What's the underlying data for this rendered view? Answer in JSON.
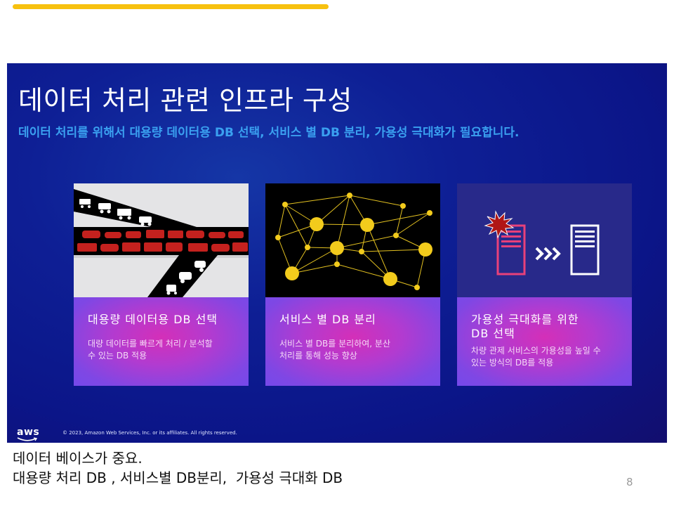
{
  "progress": {
    "color": "#f7c10f"
  },
  "slide": {
    "title": "데이터 처리 관련 인프라 구성",
    "subtitle": "데이터 처리를 위해서 대용량 데이터용 DB 선택, 서비스 별 DB 분리, 가용성 극대화가 필요합니다.",
    "cards": [
      {
        "image": "traffic-jam-illustration",
        "title": "대용량 데이터용 DB 선택",
        "description": [
          "대량 데이터를 빠르게 처리 / 분석할",
          "수 있는 DB 적용"
        ]
      },
      {
        "image": "network-graph-illustration",
        "title": "서비스 별 DB 분리",
        "description": [
          "서비스 별 DB를 분리하여, 분산",
          "처리를 통해 성능 향상"
        ]
      },
      {
        "image": "server-failover-illustration",
        "title_lines": [
          "가용성 극대화를 위한",
          "DB 선택"
        ],
        "description": [
          "차량 관제 서비스의 가용성을 높일 수",
          "있는 방식의 DB를 적용"
        ]
      }
    ],
    "footer": {
      "logo": "aws",
      "copyright": "© 2023, Amazon Web Services, Inc. or its affiliates. All rights reserved."
    },
    "colors": {
      "background": "#0e1f95",
      "subtitle": "#3aa0f0",
      "card_gradient_center": "#d42fb8",
      "card_gradient_edge": "#7549ea"
    }
  },
  "notes": {
    "lines": [
      "데이터 베이스가 중요.",
      "대용량 처리 DB , 서비스별 DB분리,  가용성 극대화 DB"
    ]
  },
  "page_number": "8"
}
